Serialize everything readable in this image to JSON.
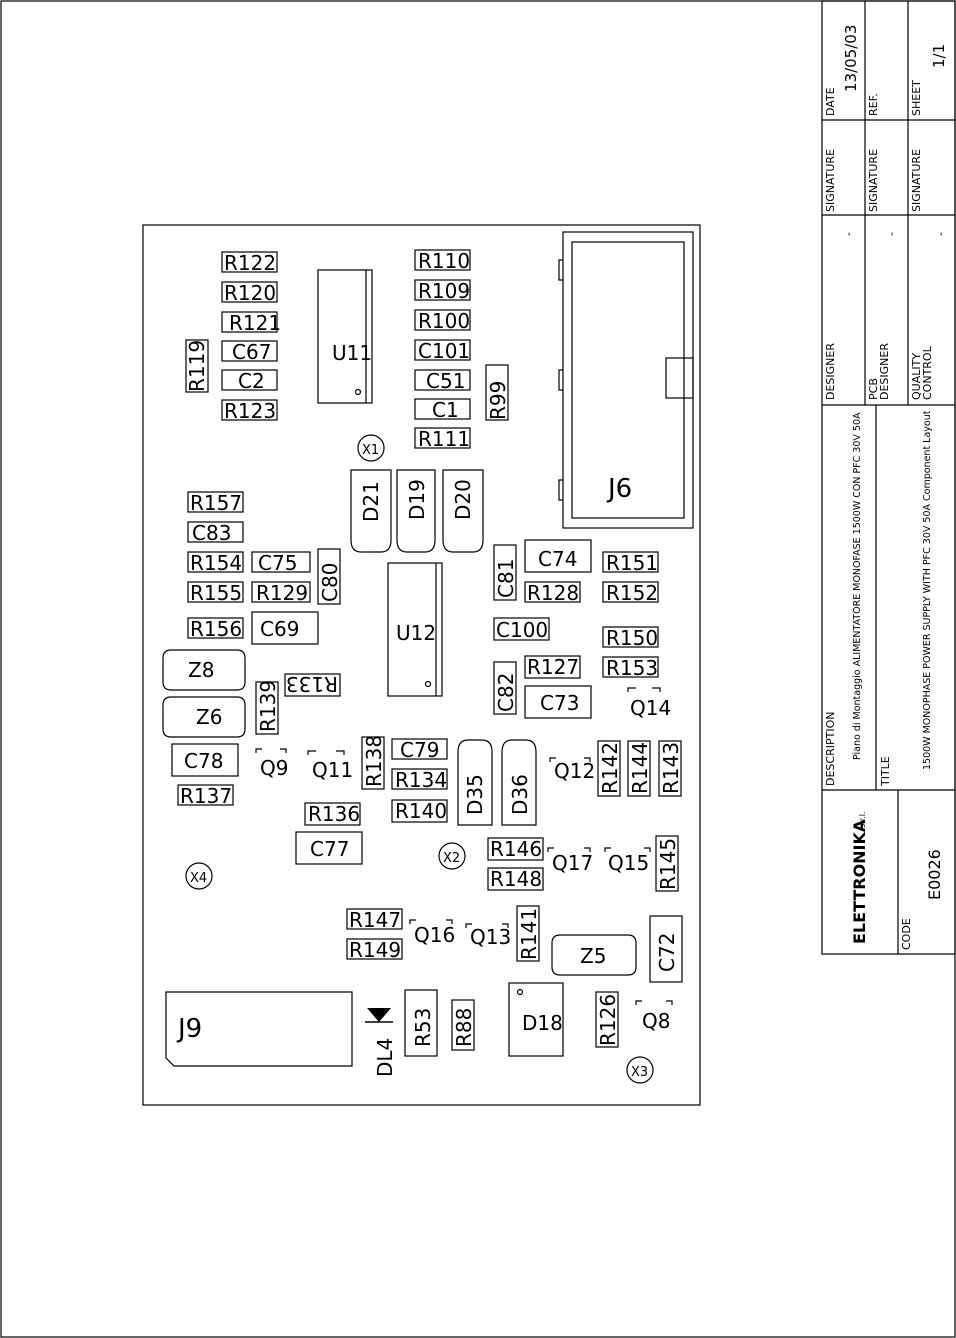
{
  "title_block": {
    "date_label": "DATE",
    "date_value": "13/05/03",
    "ref_label": "REF.",
    "sheet_label": "SHEET",
    "sheet_value": "1/1",
    "signature_label": "SIGNATURE",
    "dash": "-",
    "designer_label": "DESIGNER",
    "pcb_designer_label_1": "PCB",
    "pcb_designer_label_2": "DESIGNER",
    "quality_label_1": "QUALITY",
    "quality_label_2": "CONTROL",
    "description_label": "DESCRIPTION",
    "description_value": "Piano di Montaggio ALIMENTATORE MONOFASE 1500W CON PFC 30V 50A",
    "title_label": "TITLE",
    "title_value": "1500W MONOPHASE POWER SUPPLY WITH PFC 30V 50A Component Layout",
    "company_name": "ELETTRONIKA",
    "company_suffix": "s.r.l.",
    "code_label": "CODE",
    "code_value": "E0026"
  },
  "components": {
    "R122": "R122",
    "R120": "R120",
    "R121": "R121",
    "C67": "C67",
    "C2": "C2",
    "R123": "R123",
    "R119": "R119",
    "U11": "U11",
    "R110": "R110",
    "R109": "R109",
    "R100": "R100",
    "C101": "C101",
    "C51": "C51",
    "C1": "C1",
    "R111": "R111",
    "R99": "R99",
    "J6": "J6",
    "X1": "X1",
    "D21": "D21",
    "D19": "D19",
    "D20": "D20",
    "R157": "R157",
    "C83": "C83",
    "R154": "R154",
    "C75": "C75",
    "C80": "C80",
    "R155": "R155",
    "R129": "R129",
    "R156": "R156",
    "C69": "C69",
    "U12": "U12",
    "C81": "C81",
    "C74": "C74",
    "R128": "R128",
    "R151": "R151",
    "R152": "R152",
    "C100": "C100",
    "R150": "R150",
    "Z8": "Z8",
    "R133": "R133",
    "R139": "R139",
    "Z6": "Z6",
    "C82": "C82",
    "R127": "R127",
    "R153": "R153",
    "C73": "C73",
    "Q14": "Q14",
    "C78": "C78",
    "Q9": "Q9",
    "Q11": "Q11",
    "R138": "R138",
    "C79": "C79",
    "R134": "R134",
    "D35": "D35",
    "D36": "D36",
    "Q12": "Q12",
    "R142": "R142",
    "R144": "R144",
    "R143": "R143",
    "R137": "R137",
    "R136": "R136",
    "R140": "R140",
    "C77": "C77",
    "X2": "X2",
    "R146": "R146",
    "R148": "R148",
    "Q17": "Q17",
    "Q15": "Q15",
    "R145": "R145",
    "X4": "X4",
    "R147": "R147",
    "R149": "R149",
    "Q16": "Q16",
    "Q13": "Q13",
    "R141": "R141",
    "Z5": "Z5",
    "C72": "C72",
    "J9": "J9",
    "DL4": "DL4",
    "R53": "R53",
    "R88": "R88",
    "D18": "D18",
    "R126": "R126",
    "Q8": "Q8",
    "X3": "X3"
  }
}
